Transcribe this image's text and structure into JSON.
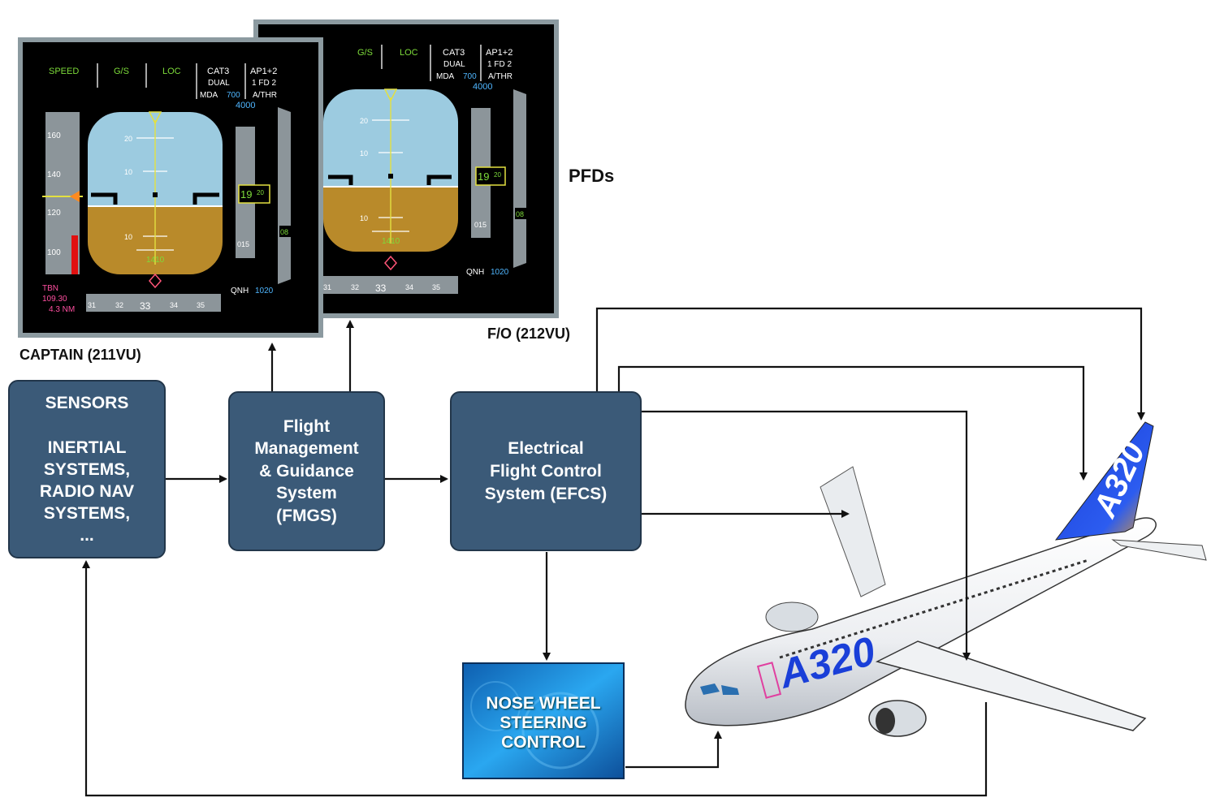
{
  "labels": {
    "pfds": "PFDs",
    "captain": "CAPTAIN (211VU)",
    "fo": "F/O (212VU)"
  },
  "boxes": {
    "sensors_title": "SENSORS",
    "sensors_l1": "INERTIAL",
    "sensors_l2": "SYSTEMS,",
    "sensors_l3": "RADIO NAV",
    "sensors_l4": "SYSTEMS,",
    "sensors_l5": "...",
    "fmgs_l1": "Flight",
    "fmgs_l2": "Management",
    "fmgs_l3": "& Guidance",
    "fmgs_l4": "System",
    "fmgs_l5": "(FMGS)",
    "efcs_l1": "Electrical",
    "efcs_l2": "Flight Control",
    "efcs_l3": "System (EFCS)",
    "nws_l1": "NOSE WHEEL",
    "nws_l2": "STEERING",
    "nws_l3": "CONTROL"
  },
  "aircraft": {
    "fuselage_text": "A320",
    "tail_text": "A320"
  },
  "pfd_left": {
    "fma_speed": "SPEED",
    "fma_gs": "G/S",
    "fma_loc": "LOC",
    "fma_cat": "CAT3",
    "fma_dual": "DUAL",
    "fma_mda": "MDA",
    "fma_mda_val": "700",
    "fma_ap": "AP1+2",
    "fma_fd": "1 FD 2",
    "fma_athr": "A/THR",
    "alt_target": "4000",
    "spd_160": "160",
    "spd_140": "140",
    "spd_120": "120",
    "spd_100": "100",
    "pitch_20": "20",
    "pitch_10": "10",
    "alt_readout": "19",
    "alt_20": "20",
    "alt_015": "015",
    "vs_val": "08",
    "radio_alt": "1410",
    "qnh_label": "QNH",
    "qnh_val": "1020",
    "ils_id": "TBN",
    "ils_freq": "109.30",
    "ils_dme": "4.3 NM",
    "hdg_31": "31",
    "hdg_32": "32",
    "hdg_33": "33",
    "hdg_34": "34",
    "hdg_35": "35"
  },
  "pfd_right": {
    "fma_gs": "G/S",
    "fma_loc": "LOC",
    "fma_cat": "CAT3",
    "fma_dual": "DUAL",
    "fma_mda": "MDA",
    "fma_mda_val": "700",
    "fma_ap": "AP1+2",
    "fma_fd": "1 FD 2",
    "fma_athr": "A/THR",
    "alt_target": "4000",
    "pitch_20": "20",
    "pitch_10": "10",
    "alt_readout": "19",
    "alt_20": "20",
    "alt_015": "015",
    "vs_val": "08",
    "radio_alt": "1410",
    "qnh_label": "QNH",
    "qnh_val": "1020",
    "hdg_31": "31",
    "hdg_32": "32",
    "hdg_33": "33",
    "hdg_34": "34",
    "hdg_35": "35"
  },
  "colors": {
    "box_fill": "#3b5a78",
    "pfd_sky": "#9ccbe0",
    "pfd_ground": "#b98a2a",
    "fma_green": "#7ddb3a",
    "nws_blue": "#2aa7f0"
  }
}
